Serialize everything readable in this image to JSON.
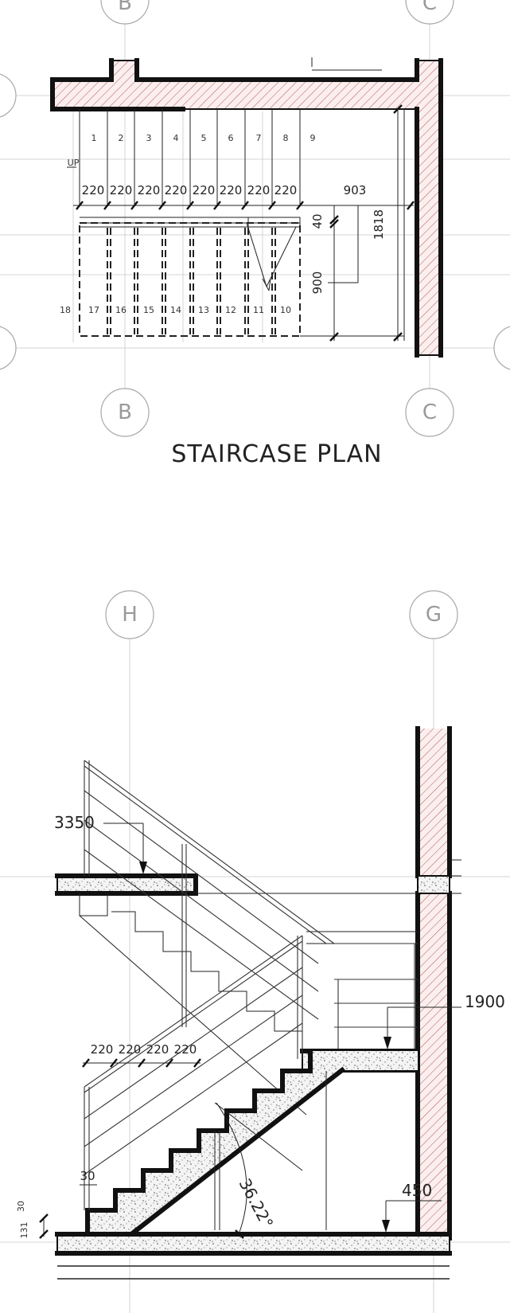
{
  "plan": {
    "title": "STAIRCASE PLAN",
    "grid_top_left": "B",
    "grid_top_right": "C",
    "grid_bottom_left": "B",
    "grid_bottom_right": "C",
    "up_label": "UP",
    "upper_steps": [
      "1",
      "2",
      "3",
      "4",
      "5",
      "6",
      "7",
      "8",
      "9"
    ],
    "lower_steps": [
      "18",
      "17",
      "16",
      "15",
      "14",
      "13",
      "12",
      "11",
      "10"
    ],
    "tread_dims": [
      "220",
      "220",
      "220",
      "220",
      "220",
      "220",
      "220",
      "220"
    ],
    "dim_landing": "903",
    "dim_gap": "40",
    "dim_lower": "900",
    "dim_total": "1818"
  },
  "section": {
    "grid_left": "H",
    "grid_right": "G",
    "level_top": "3350",
    "level_landing": "1900",
    "level_floor": "450",
    "tread_dims": [
      "220",
      "220",
      "220",
      "220"
    ],
    "nosing": "30",
    "riser_small_a": "30",
    "riser_small_b": "131",
    "angle": "36.22°"
  }
}
